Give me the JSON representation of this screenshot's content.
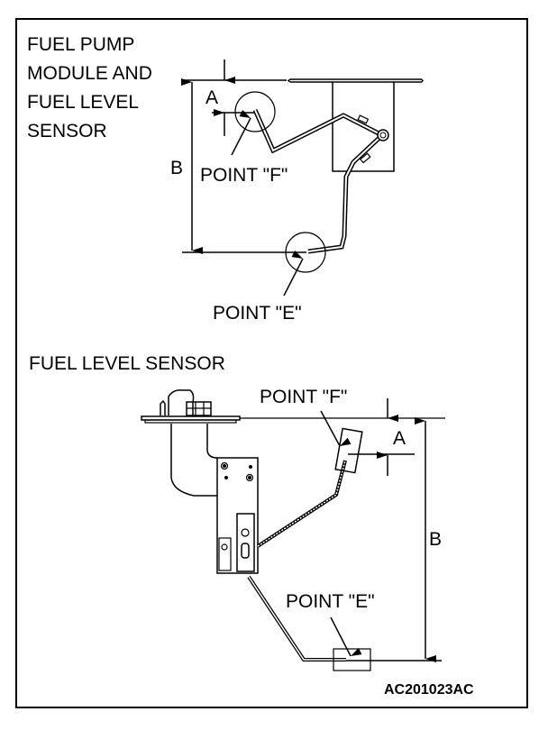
{
  "figure": {
    "top_section": {
      "title_lines": [
        "FUEL PUMP",
        "MODULE AND",
        "FUEL LEVEL",
        "SENSOR"
      ],
      "dim_a": "A",
      "dim_b": "B",
      "point_f": "POINT \"F\"",
      "point_e": "POINT \"E\""
    },
    "bottom_section": {
      "title": "FUEL LEVEL SENSOR",
      "point_f": "POINT \"F\"",
      "point_e": "POINT \"E\"",
      "dim_a": "A",
      "dim_b": "B"
    },
    "figure_code": "AC201023AC"
  }
}
